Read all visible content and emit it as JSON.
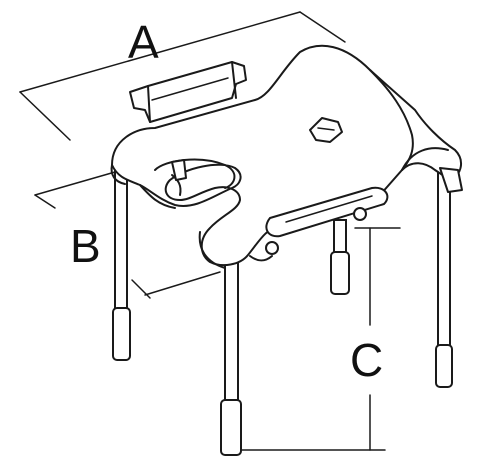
{
  "dimensions": {
    "a": "A",
    "b": "B",
    "c": "C"
  }
}
